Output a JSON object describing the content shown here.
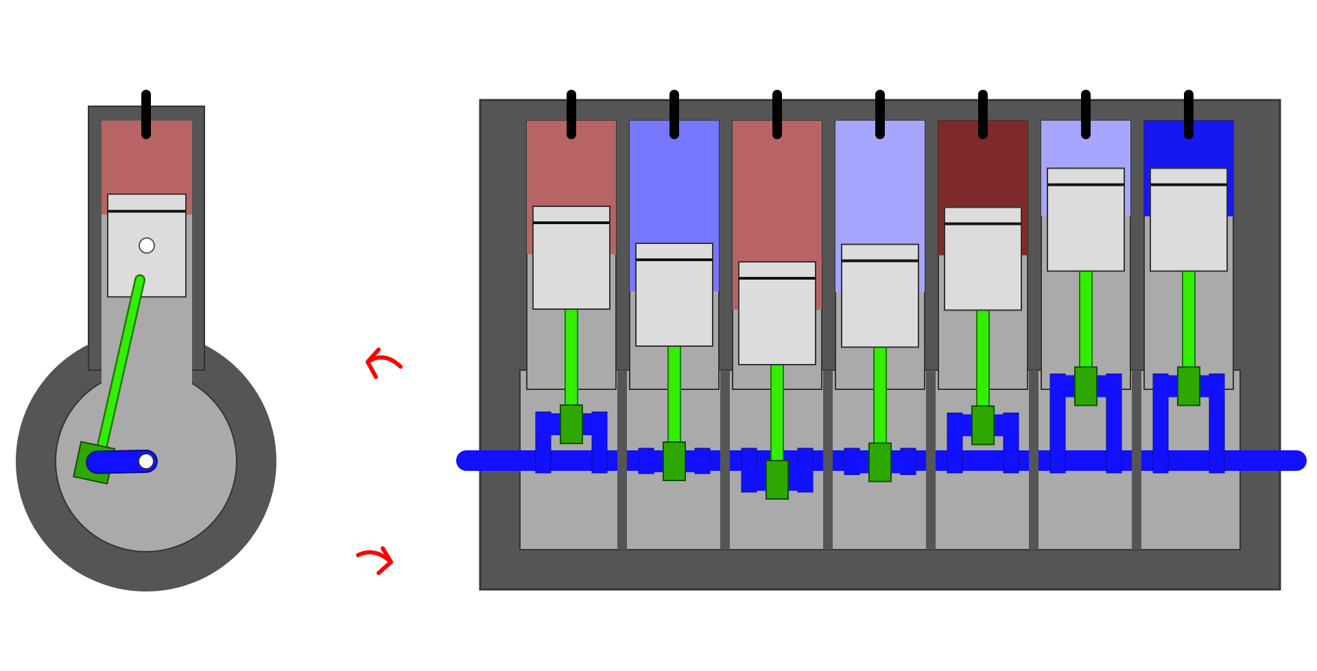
{
  "colors": {
    "background": "#ffffff",
    "block": "#555555",
    "block_outline": "#333333",
    "crankcase": "#aaaaaa",
    "piston": "#dcdcdc",
    "rod": "#33ee00",
    "rod_outline": "#1a7a00",
    "crank_pin": "#2ea800",
    "crankshaft": "#1111ff",
    "arrow": "#ff0000",
    "spark_plug": "#000000",
    "chamber_colors": {
      "intake_light": "#a6a6ff",
      "intake_medium": "#7777ff",
      "intake_dark": "#1717f0",
      "exhaust_light": "#b86464",
      "exhaust_dark": "#7f2a2a"
    }
  },
  "side_view": {
    "chamber_color": "exhaust_light",
    "piston_level": 0.55,
    "crank_angle_deg": 170
  },
  "cylinders": [
    {
      "chamber_color": "exhaust_light",
      "piston_level": 0.46
    },
    {
      "chamber_color": "intake_medium",
      "piston_level": 0.82
    },
    {
      "chamber_color": "exhaust_light",
      "piston_level": 1.0
    },
    {
      "chamber_color": "intake_light",
      "piston_level": 0.83
    },
    {
      "chamber_color": "exhaust_dark",
      "piston_level": 0.47
    },
    {
      "chamber_color": "intake_light",
      "piston_level": 0.09
    },
    {
      "chamber_color": "intake_dark",
      "piston_level": 0.09
    }
  ],
  "rotation_arrows": {
    "icon": "curved-arrow-icon",
    "direction": "counterclockwise"
  }
}
